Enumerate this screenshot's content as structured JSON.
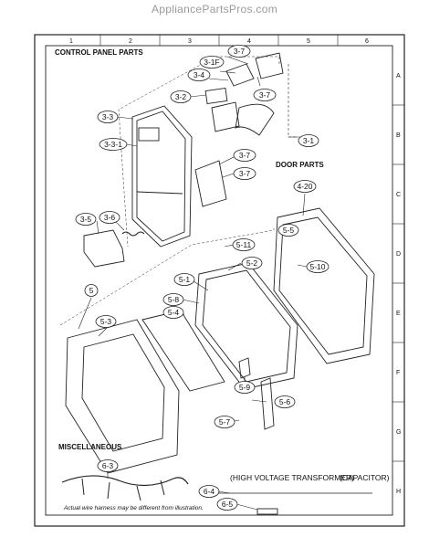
{
  "watermark": "AppliancePartsPros.com",
  "sections": {
    "control_panel": "CONTROL PANEL PARTS",
    "door": "DOOR PARTS",
    "misc": "MISCELLANEOUS"
  },
  "notes": {
    "high_voltage_transformer": "(HIGH VOLTAGE TRANSFORMER)",
    "capacitor": "(CAPACITOR)",
    "wire_harness": "Actual wire harness may be different from illustration."
  },
  "edge_marks": {
    "top": [
      "1",
      "2",
      "3",
      "4",
      "5",
      "6"
    ],
    "side": [
      "A",
      "B",
      "C",
      "D",
      "E",
      "F",
      "G",
      "H"
    ]
  },
  "callouts": {
    "c3_7a": "3-7",
    "c3_1f": "3-1F",
    "c3_4": "3-4",
    "c3_7b": "3-7",
    "c3_2": "3-2",
    "c3_3": "3-3",
    "c3_3_1": "3-3-1",
    "c3_7c": "3-7",
    "c3_7d": "3-7",
    "c3_1": "3-1",
    "c3_5": "3-5",
    "c3_6": "3-6",
    "c4_20": "4-20",
    "c5_5": "5-5",
    "c5_11": "5-11",
    "c5_2": "5-2",
    "c5_10": "5-10",
    "c5_1": "5-1",
    "c5": "5",
    "c5_8": "5-8",
    "c5_4": "5-4",
    "c5_3": "5-3",
    "c5_9": "5-9",
    "c5_6": "5-6",
    "c5_7": "5-7",
    "c6_3": "6-3",
    "c6_4": "6-4",
    "c6_5": "6-5"
  }
}
